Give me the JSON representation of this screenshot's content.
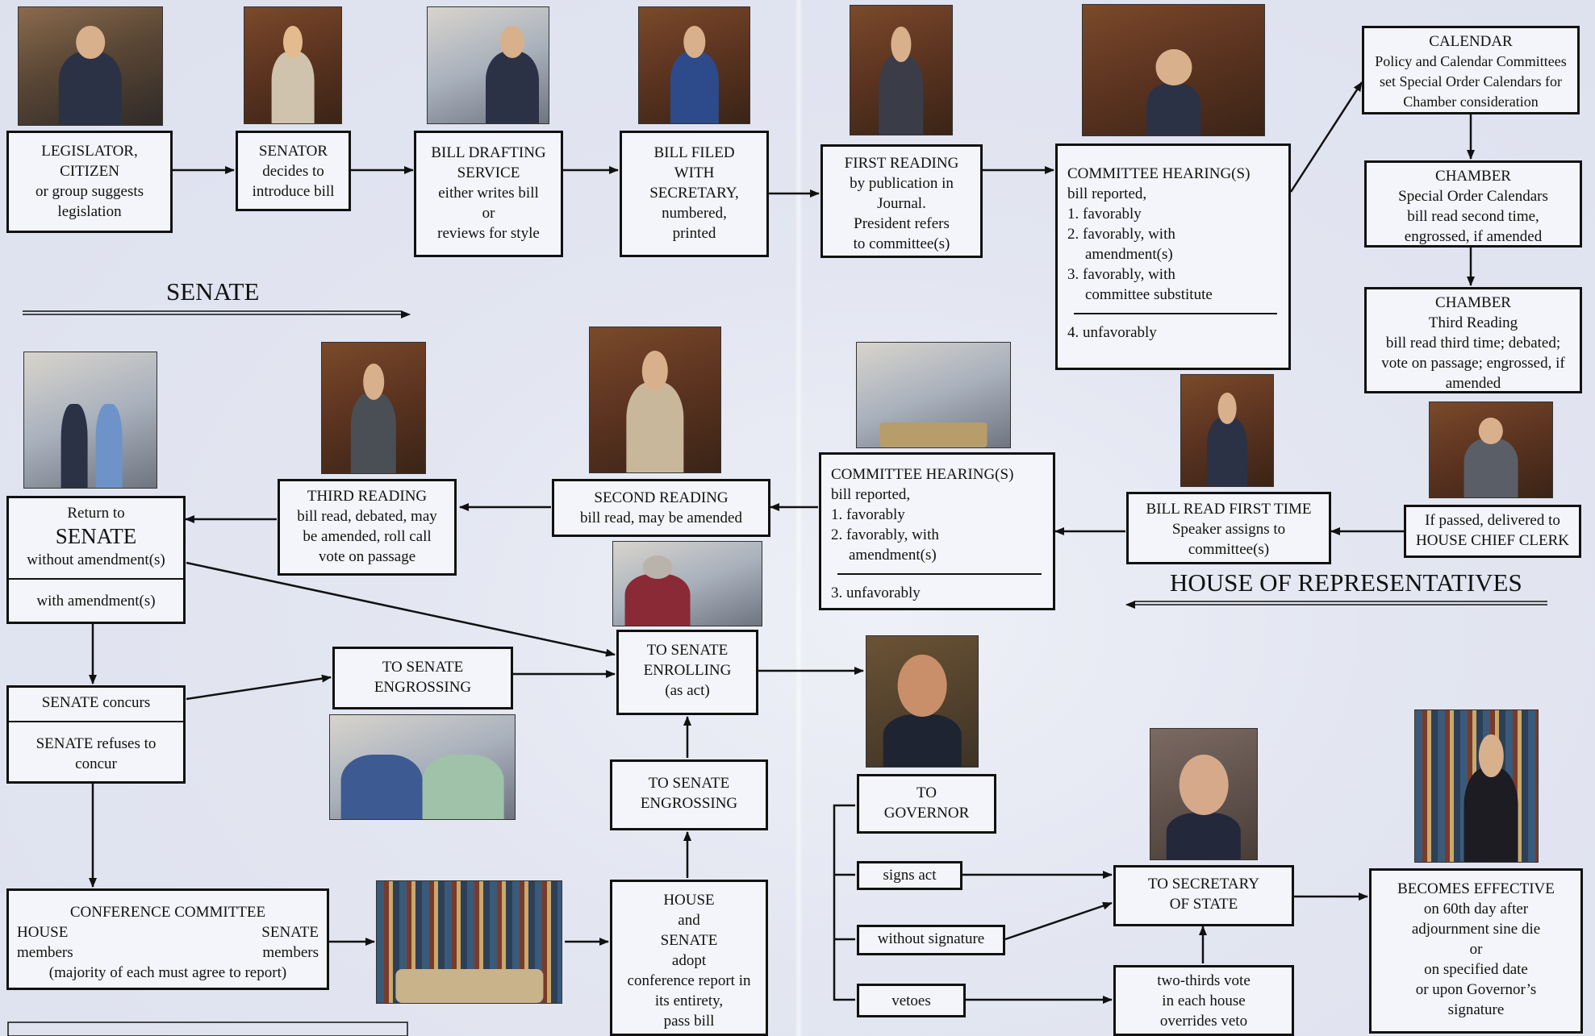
{
  "boxes": {
    "legislator": [
      "LEGISLATOR,",
      "CITIZEN",
      "or group suggests",
      "legislation"
    ],
    "senator": [
      "SENATOR",
      "decides to",
      "introduce bill"
    ],
    "drafting": [
      "BILL DRAFTING",
      "SERVICE",
      "either writes bill",
      "or",
      "reviews for style"
    ],
    "filed": [
      "BILL FILED",
      "WITH",
      "SECRETARY,",
      "numbered,",
      "printed"
    ],
    "first_reading": [
      "FIRST READING",
      "by publication in",
      "Journal.",
      "President refers",
      "to committee(s)"
    ],
    "senate_committee": {
      "title": "COMMITTEE HEARING(S)",
      "lines": [
        "bill reported,",
        "1. favorably",
        "2. favorably, with",
        "amendment(s)",
        "3. favorably, with",
        "committee substitute"
      ],
      "after": "4. unfavorably"
    },
    "calendar": [
      "CALENDAR",
      "Policy and Calendar Committees",
      "set Special Order Calendars for",
      "Chamber consideration"
    ],
    "chamber2": [
      "CHAMBER",
      "Special Order Calendars",
      "bill read second time,",
      "engrossed, if amended"
    ],
    "chamber3": [
      "CHAMBER",
      "Third Reading",
      "bill read third time; debated;",
      "vote on passage; engrossed, if",
      "amended"
    ],
    "house_clerk": [
      "If passed, delivered to",
      "HOUSE CHIEF CLERK"
    ],
    "house_first": [
      "BILL READ FIRST TIME",
      "Speaker assigns to",
      "committee(s)"
    ],
    "house_committee": {
      "title": "COMMITTEE HEARING(S)",
      "lines": [
        "bill reported,",
        "1. favorably",
        "2. favorably, with",
        "amendment(s)"
      ],
      "after": "3. unfavorably"
    },
    "second_reading": [
      "SECOND READING",
      "bill read, may be amended"
    ],
    "third_reading": [
      "THIRD READING",
      "bill read, debated, may",
      "be amended, roll call",
      "vote on passage"
    ],
    "return_senate": {
      "line1": "Return to",
      "big": "SENATE",
      "line2": "without amendment(s)",
      "line3": "with amendment(s)"
    },
    "senate_concurs": {
      "top": "SENATE concurs",
      "bottom": [
        "SENATE refuses to",
        "concur"
      ]
    },
    "to_engrossing_a": [
      "TO SENATE",
      "ENGROSSING"
    ],
    "to_enrolling": [
      "TO SENATE",
      "ENROLLING",
      "(as act)"
    ],
    "to_engrossing_b": [
      "TO SENATE",
      "ENGROSSING"
    ],
    "conference": {
      "title": "CONFERENCE COMMITTEE",
      "left": [
        "HOUSE",
        "members"
      ],
      "right": [
        "SENATE",
        "members"
      ],
      "note": "(majority of each must agree to report)"
    },
    "house_senate_adopt": [
      "HOUSE",
      "and",
      "SENATE",
      "adopt",
      "conference report in",
      "its entirety,",
      "pass bill"
    ],
    "to_governor": [
      "TO",
      "GOVERNOR"
    ],
    "signs_act": "signs act",
    "without_signature": "without signature",
    "vetoes": "vetoes",
    "secretary_state": [
      "TO SECRETARY",
      "OF STATE"
    ],
    "two_thirds": [
      "two-thirds vote",
      "in each house",
      "overrides veto"
    ],
    "effective": [
      "BECOMES EFFECTIVE",
      "on 60th day after",
      "adjournment sine die",
      "or",
      "on specified date",
      "or upon Governor’s",
      "signature"
    ]
  },
  "labels": {
    "senate": "SENATE",
    "house": "HOUSE OF REPRESENTATIVES"
  },
  "colors": {
    "ink": "#111111",
    "box_fill": "#f4f5fa",
    "background": "#e3e6f1"
  }
}
